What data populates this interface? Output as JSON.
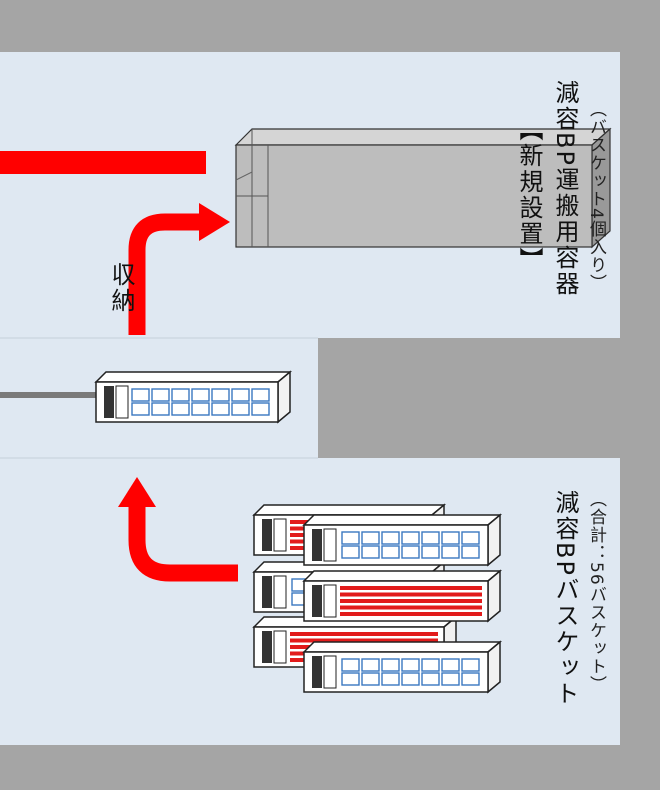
{
  "labels": {
    "store_action": "収納",
    "new_container_title": "【新規設置】",
    "new_container_name": "減容BP運搬用容器",
    "new_container_note": "（バスケット4個入り）",
    "basket_title": "減容BPバスケット",
    "basket_note": "（合計：56バスケット）"
  },
  "colors": {
    "background_wall": "#a5a5a5",
    "room_floor": "#dfe8f2",
    "arrow": "#ff0000",
    "crane_cable": "#7a7a7a",
    "container": "#bdbdbd",
    "basket_blue": "#3a78c0",
    "basket_red": "#e21b1b"
  },
  "icons": {
    "arrow_store": "right-angle-arrow-icon",
    "arrow_lift": "up-arrow-icon",
    "container": "transport-container-icon",
    "basket": "basket-icon"
  }
}
